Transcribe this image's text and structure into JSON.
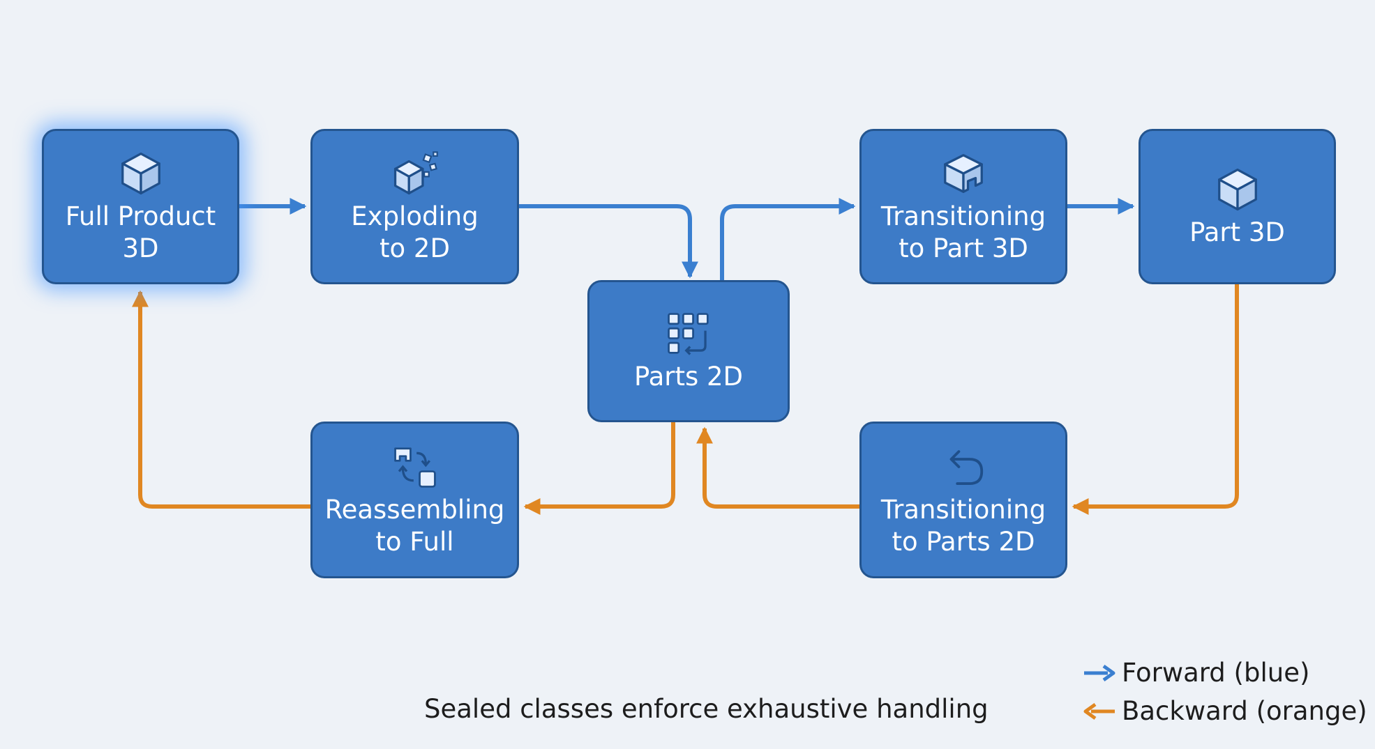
{
  "colors": {
    "background": "#eef2f7",
    "node_fill": "#3d7bc7",
    "node_border": "#24558f",
    "forward": "#3a7fd0",
    "backward": "#e08722"
  },
  "nodes": {
    "full_product_3d": {
      "label": "Full Product\n3D",
      "icon": "cube-icon"
    },
    "exploding": {
      "label": "Exploding\nto 2D",
      "icon": "exploding-cube-icon"
    },
    "parts_2d": {
      "label": "Parts 2D",
      "icon": "grid-parts-icon"
    },
    "transitioning_part_3d": {
      "label": "Transitioning\nto Part 3D",
      "icon": "cube-cutaway-icon"
    },
    "part_3d": {
      "label": "Part 3D",
      "icon": "cube-icon"
    },
    "transitioning_parts_2d": {
      "label": "Transitioning\nto Parts 2D",
      "icon": "undo-arrow-icon"
    },
    "reassembling": {
      "label": "Reassembling\nto Full",
      "icon": "reassemble-icon"
    }
  },
  "edges": {
    "forward": [
      [
        "full_product_3d",
        "exploding"
      ],
      [
        "exploding",
        "parts_2d"
      ],
      [
        "parts_2d",
        "transitioning_part_3d"
      ],
      [
        "transitioning_part_3d",
        "part_3d"
      ]
    ],
    "backward": [
      [
        "part_3d",
        "transitioning_parts_2d"
      ],
      [
        "transitioning_parts_2d",
        "parts_2d"
      ],
      [
        "parts_2d",
        "reassembling"
      ],
      [
        "reassembling",
        "full_product_3d"
      ]
    ]
  },
  "footer": "Sealed classes enforce exhaustive handling",
  "legend": {
    "forward": "Forward (blue)",
    "backward": "Backward (orange)"
  }
}
